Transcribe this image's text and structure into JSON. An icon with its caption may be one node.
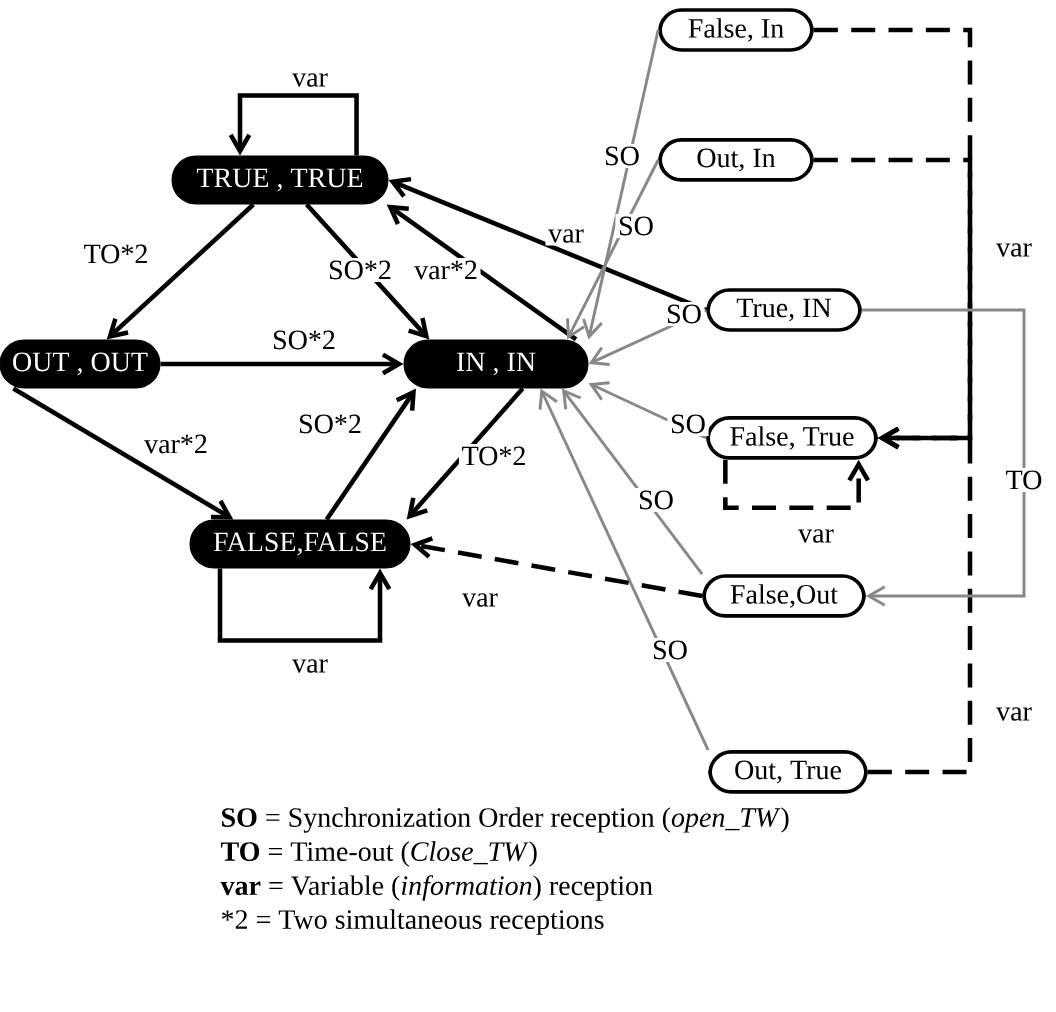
{
  "diagram": {
    "nodes": [
      {
        "text": [
          "TRUE , TRUE"
        ]
      },
      {
        "text": [
          "OUT , OUT"
        ]
      },
      {
        "text": [
          "IN , IN"
        ]
      },
      {
        "text": [
          "FALSE,FALSE"
        ]
      },
      {
        "text": [
          "False, In"
        ]
      },
      {
        "text": [
          "Out, In"
        ]
      },
      {
        "text": [
          "True, IN"
        ]
      },
      {
        "text": [
          "False, True"
        ]
      },
      {
        "text": [
          "False,Out"
        ]
      },
      {
        "text": [
          "Out, True"
        ]
      }
    ],
    "edges": [
      {
        "from": 0,
        "to": 0,
        "arrow": "to",
        "label": "var"
      },
      {
        "from": 0,
        "to": 1,
        "arrow": "to",
        "label": "TO*2"
      },
      {
        "from": 0,
        "to": 2,
        "arrow": "to",
        "label": "SO*2"
      },
      {
        "from": 2,
        "to": 0,
        "arrow": "to",
        "label": "var*2"
      },
      {
        "from": 1,
        "to": 2,
        "arrow": "to",
        "label": "SO*2"
      },
      {
        "from": 1,
        "to": 3,
        "arrow": "to",
        "label": "var*2"
      },
      {
        "from": 3,
        "to": 2,
        "arrow": "to",
        "label": "SO*2"
      },
      {
        "from": 2,
        "to": 3,
        "arrow": "to",
        "label": "TO*2"
      },
      {
        "from": 3,
        "to": 3,
        "arrow": "to",
        "label": "var"
      },
      {
        "from": 6,
        "to": 0,
        "arrow": "to",
        "label": "var"
      },
      {
        "from": 4,
        "to": 2,
        "arrow": "to",
        "label": "SO",
        "color": "#888888"
      },
      {
        "from": 5,
        "to": 2,
        "arrow": "to",
        "label": "SO",
        "color": "#888888"
      },
      {
        "from": 6,
        "to": 2,
        "arrow": "to",
        "label": "SO",
        "color": "#888888"
      },
      {
        "from": 7,
        "to": 2,
        "arrow": "to",
        "label": "SO",
        "color": "#888888"
      },
      {
        "from": 8,
        "to": 2,
        "arrow": "to",
        "label": "SO",
        "color": "#888888"
      },
      {
        "from": 9,
        "to": 2,
        "arrow": "to",
        "label": "SO",
        "color": "#888888"
      },
      {
        "from": 8,
        "to": 3,
        "arrow": "to",
        "label": "var",
        "style": "dashed"
      },
      {
        "from": 7,
        "to": 7,
        "arrow": "to",
        "label": "var",
        "style": "dashed"
      },
      {
        "from": 4,
        "to": 7,
        "arrow": "to",
        "label": "var",
        "style": "dashed"
      },
      {
        "from": 5,
        "to": 7,
        "arrow": "to",
        "style": "dashed"
      },
      {
        "from": 9,
        "to": 7,
        "arrow": "to",
        "label": "var",
        "style": "dashed"
      },
      {
        "from": 6,
        "to": 8,
        "arrow": "to",
        "label": "TO",
        "color": "#888888"
      }
    ],
    "labels": [
      "**SO** = Synchronization Order reception (*open_TW*)",
      "**TO** = Time-out (*Close_TW*)",
      "**var** = Variable (*information*) reception",
      "*2  = Two simultaneous receptions"
    ]
  }
}
